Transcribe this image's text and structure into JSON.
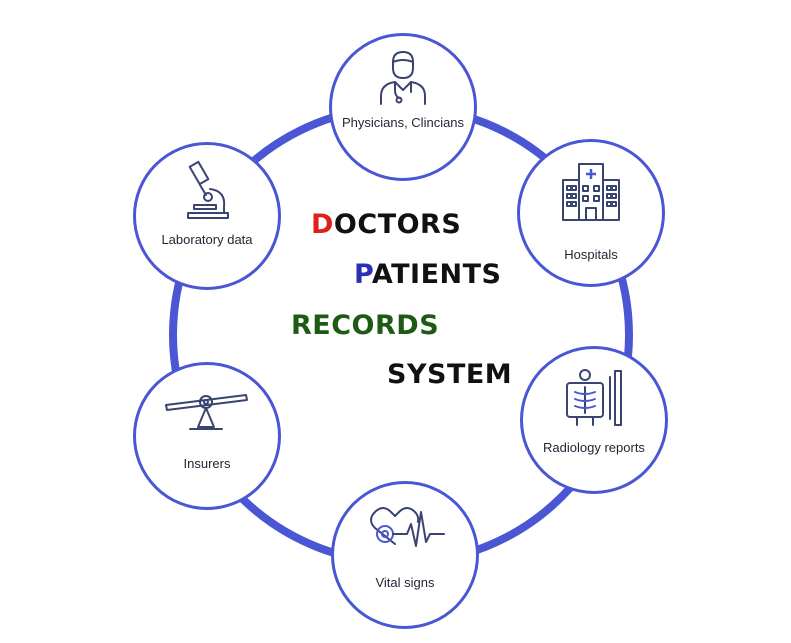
{
  "diagram": {
    "colors": {
      "ring": "#4a56d4",
      "icon_stroke": "#3a4470",
      "icon_accent": "#4a56d4",
      "text": "#1f2433"
    },
    "nodes": [
      {
        "id": "physicians",
        "label": "Physicians, Clincians",
        "icon": "doctor-icon"
      },
      {
        "id": "hospitals",
        "label": "Hospitals",
        "icon": "hospital-icon"
      },
      {
        "id": "radiology",
        "label": "Radiology reports",
        "icon": "xray-icon"
      },
      {
        "id": "vitals",
        "label": "Vital signs",
        "icon": "heart-pulse-icon"
      },
      {
        "id": "insurers",
        "label": "Insurers",
        "icon": "balance-scale-icon"
      },
      {
        "id": "laboratory",
        "label": "Laboratory data",
        "icon": "microscope-icon"
      }
    ],
    "title_lines": [
      {
        "initial": "D",
        "rest": "OCTORS",
        "initial_color": "#e0201b",
        "rest_color": "#111111"
      },
      {
        "initial": "P",
        "rest": "ATIENTS",
        "initial_color": "#2b2fb8",
        "rest_color": "#111111"
      },
      {
        "initial": "",
        "rest": "RECORDS",
        "initial_color": "#1d5a14",
        "rest_color": "#1d5a14"
      },
      {
        "initial": "",
        "rest": "SYSTEM",
        "initial_color": "#111111",
        "rest_color": "#111111"
      }
    ]
  }
}
